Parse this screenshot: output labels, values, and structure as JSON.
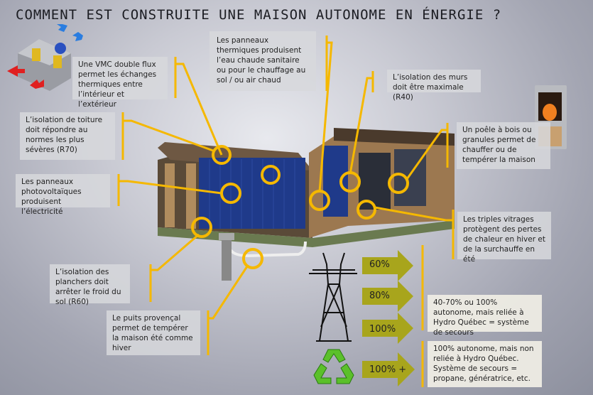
{
  "title": "COMMENT EST CONSTRUITE UNE MAISON AUTONOME EN ÉNERGIE ?",
  "callouts": {
    "vmc": "Une VMC double flux permet les échanges thermiques entre l’intérieur et l’extérieur",
    "thermal": "Les panneaux thermiques produisent l’eau chaude sanitaire ou pour le chauffage au sol / ou air chaud",
    "walls": "L’isolation des murs doit être maximale (R40)",
    "stove": "Un poêle à bois ou granules permet de chauffer ou de tempérer la maison",
    "roof": "L’isolation de toiture doit répondre au normes les plus sévères (R70)",
    "pv": "Les panneaux photovoltaïques produisent l’électricité",
    "glazing": "Les triples vitrages protègent des pertes de chaleur en hiver et de la surchauffe en été",
    "floors": "L’isolation des planchers doit arrêter le froid du sol (R60)",
    "well": "Le puits provençal permet de tempérer la maison été comme hiver"
  },
  "autonomy": {
    "arrows": [
      "60%",
      "80%",
      "100%",
      "100% +"
    ],
    "grid_text": "40-70% ou 100% autonome, mais reliée à Hydro Québec = système de secours",
    "offgrid_text": "100% autonome, mais non reliée à Hydro Québec. Système de secours = propane, génératrice, etc."
  },
  "colors": {
    "accent": "#f5b800",
    "arrow": "#a8a51c",
    "panel": "#1f3a8a"
  }
}
